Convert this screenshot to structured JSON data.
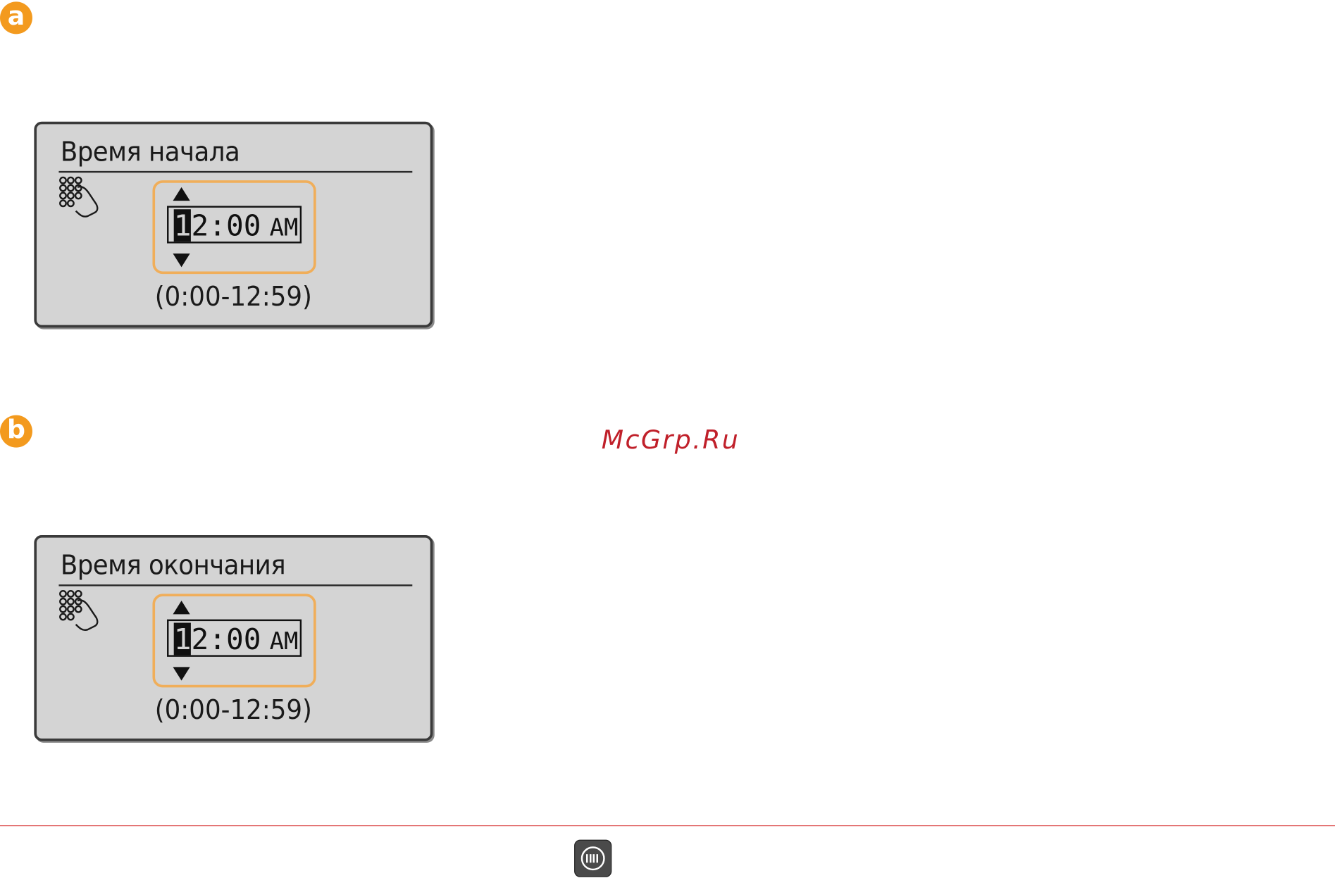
{
  "markers": {
    "a": "a",
    "b": "b"
  },
  "screens": [
    {
      "title": "Время начала",
      "time_cursor": "1",
      "time_rest": "2:00",
      "ampm": "AM",
      "range": "(0:00-12:59)"
    },
    {
      "title": "Время окончания",
      "time_cursor": "1",
      "time_rest": "2:00",
      "ampm": "AM",
      "range": "(0:00-12:59)"
    }
  ],
  "watermark": "McGrp.Ru",
  "colors": {
    "marker": "#f39a1e",
    "focus_ring": "#f0ae5a",
    "lcd_background": "#d4d4d4",
    "footer_rule": "#e06060"
  },
  "icons": {
    "keypad": "numeric-keypad-hand-icon",
    "nav": "navigation-button-icon"
  }
}
